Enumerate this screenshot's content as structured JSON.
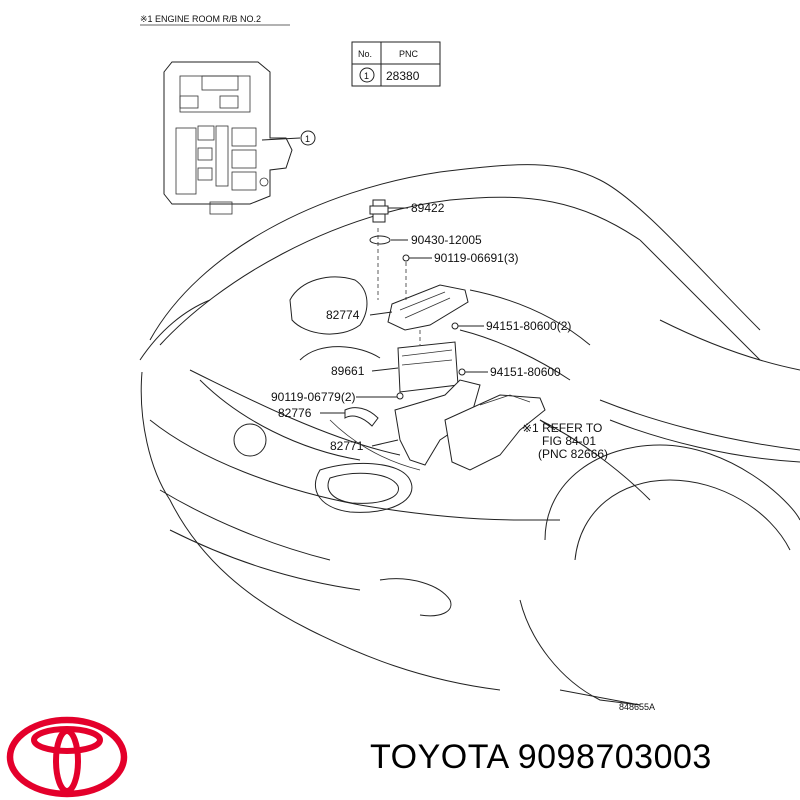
{
  "header_note": "※1  ENGINE ROOM R/B NO.2",
  "pnc_table": {
    "headers": [
      "No.",
      "PNC"
    ],
    "rows": [
      {
        "no": "1",
        "pnc": "28380"
      }
    ]
  },
  "callout_number": "1",
  "parts": [
    {
      "label": "89422"
    },
    {
      "label": "90430-12005"
    },
    {
      "label": "90119-06691(3)"
    },
    {
      "label": "82774"
    },
    {
      "label": "94151-80600(2)"
    },
    {
      "label": "89661"
    },
    {
      "label": "94151-80600"
    },
    {
      "label": "90119-06779(2)"
    },
    {
      "label": "82776"
    },
    {
      "label": "82771"
    }
  ],
  "refer_note": {
    "line1": "※1  REFER TO",
    "line2": "FIG 84-01",
    "line3": "(PNC 82666)"
  },
  "figure_code": "848655A",
  "brand": {
    "text": "TOYOTA 9098703003",
    "color": "#e4002b"
  }
}
